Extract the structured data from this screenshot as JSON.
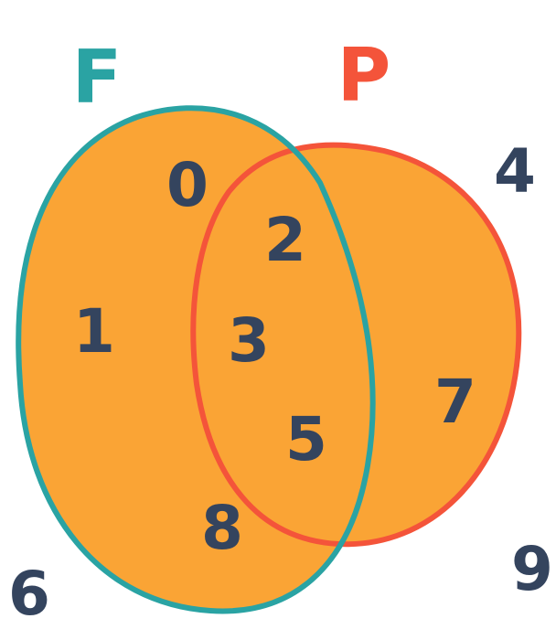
{
  "sets": {
    "f": {
      "label": "F",
      "color": "#2aa3a3"
    },
    "p": {
      "label": "P",
      "color": "#f4543a"
    }
  },
  "fill_color": "#faa435",
  "text_color": "#34445e",
  "elements": {
    "f_only": [
      "0",
      "1",
      "8"
    ],
    "both": [
      "2",
      "3",
      "5"
    ],
    "p_only": [
      "7"
    ],
    "outside": [
      "4",
      "6",
      "9"
    ]
  }
}
